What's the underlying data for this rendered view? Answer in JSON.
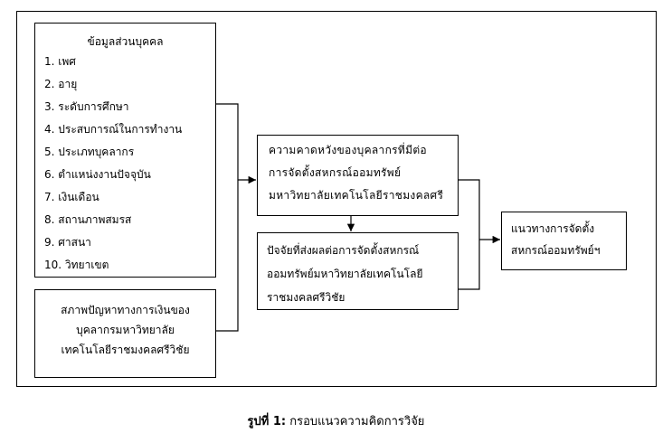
{
  "personal": {
    "title": "ข้อมูลส่วนบุคคล",
    "items": [
      "1. เพศ",
      "2. อายุ",
      "3. ระดับการศึกษา",
      "4. ประสบการณ์ในการทำงาน",
      "5. ประเภทบุคลากร",
      "6. ตำแหน่งงานปัจจุบัน",
      "7. เงินเดือน",
      "8. สถานภาพสมรส",
      "9. ศาสนา",
      "10. วิทยาเขต"
    ]
  },
  "finance": {
    "lines": [
      "สภาพปัญหาทางการเงินของ",
      "บุคลากรมหาวิทยาลัย",
      "เทคโนโลยีราชมงคลศรีวิชัย"
    ]
  },
  "expectation": {
    "lines": [
      "ความคาดหวังของบุคลากรที่มีต่อ",
      "การจัดตั้งสหกรณ์ออมทรัพย์",
      "มหาวิทยาลัยเทคโนโลยีราชมงคลศรี"
    ]
  },
  "factors": {
    "lines": [
      "ปัจจัยที่ส่งผลต่อการจัดตั้งสหกรณ์",
      "ออมทรัพย์มหาวิทยาลัยเทคโนโลยี",
      "ราชมงคลศรีวิชัย"
    ]
  },
  "guideline": {
    "lines": [
      "แนวทางการจัดตั้ง",
      "สหกรณ์ออมทรัพย์ฯ"
    ]
  },
  "caption": {
    "label": "รูปที่ 1:",
    "text": " กรอบแนวความคิดการวิจัย"
  }
}
